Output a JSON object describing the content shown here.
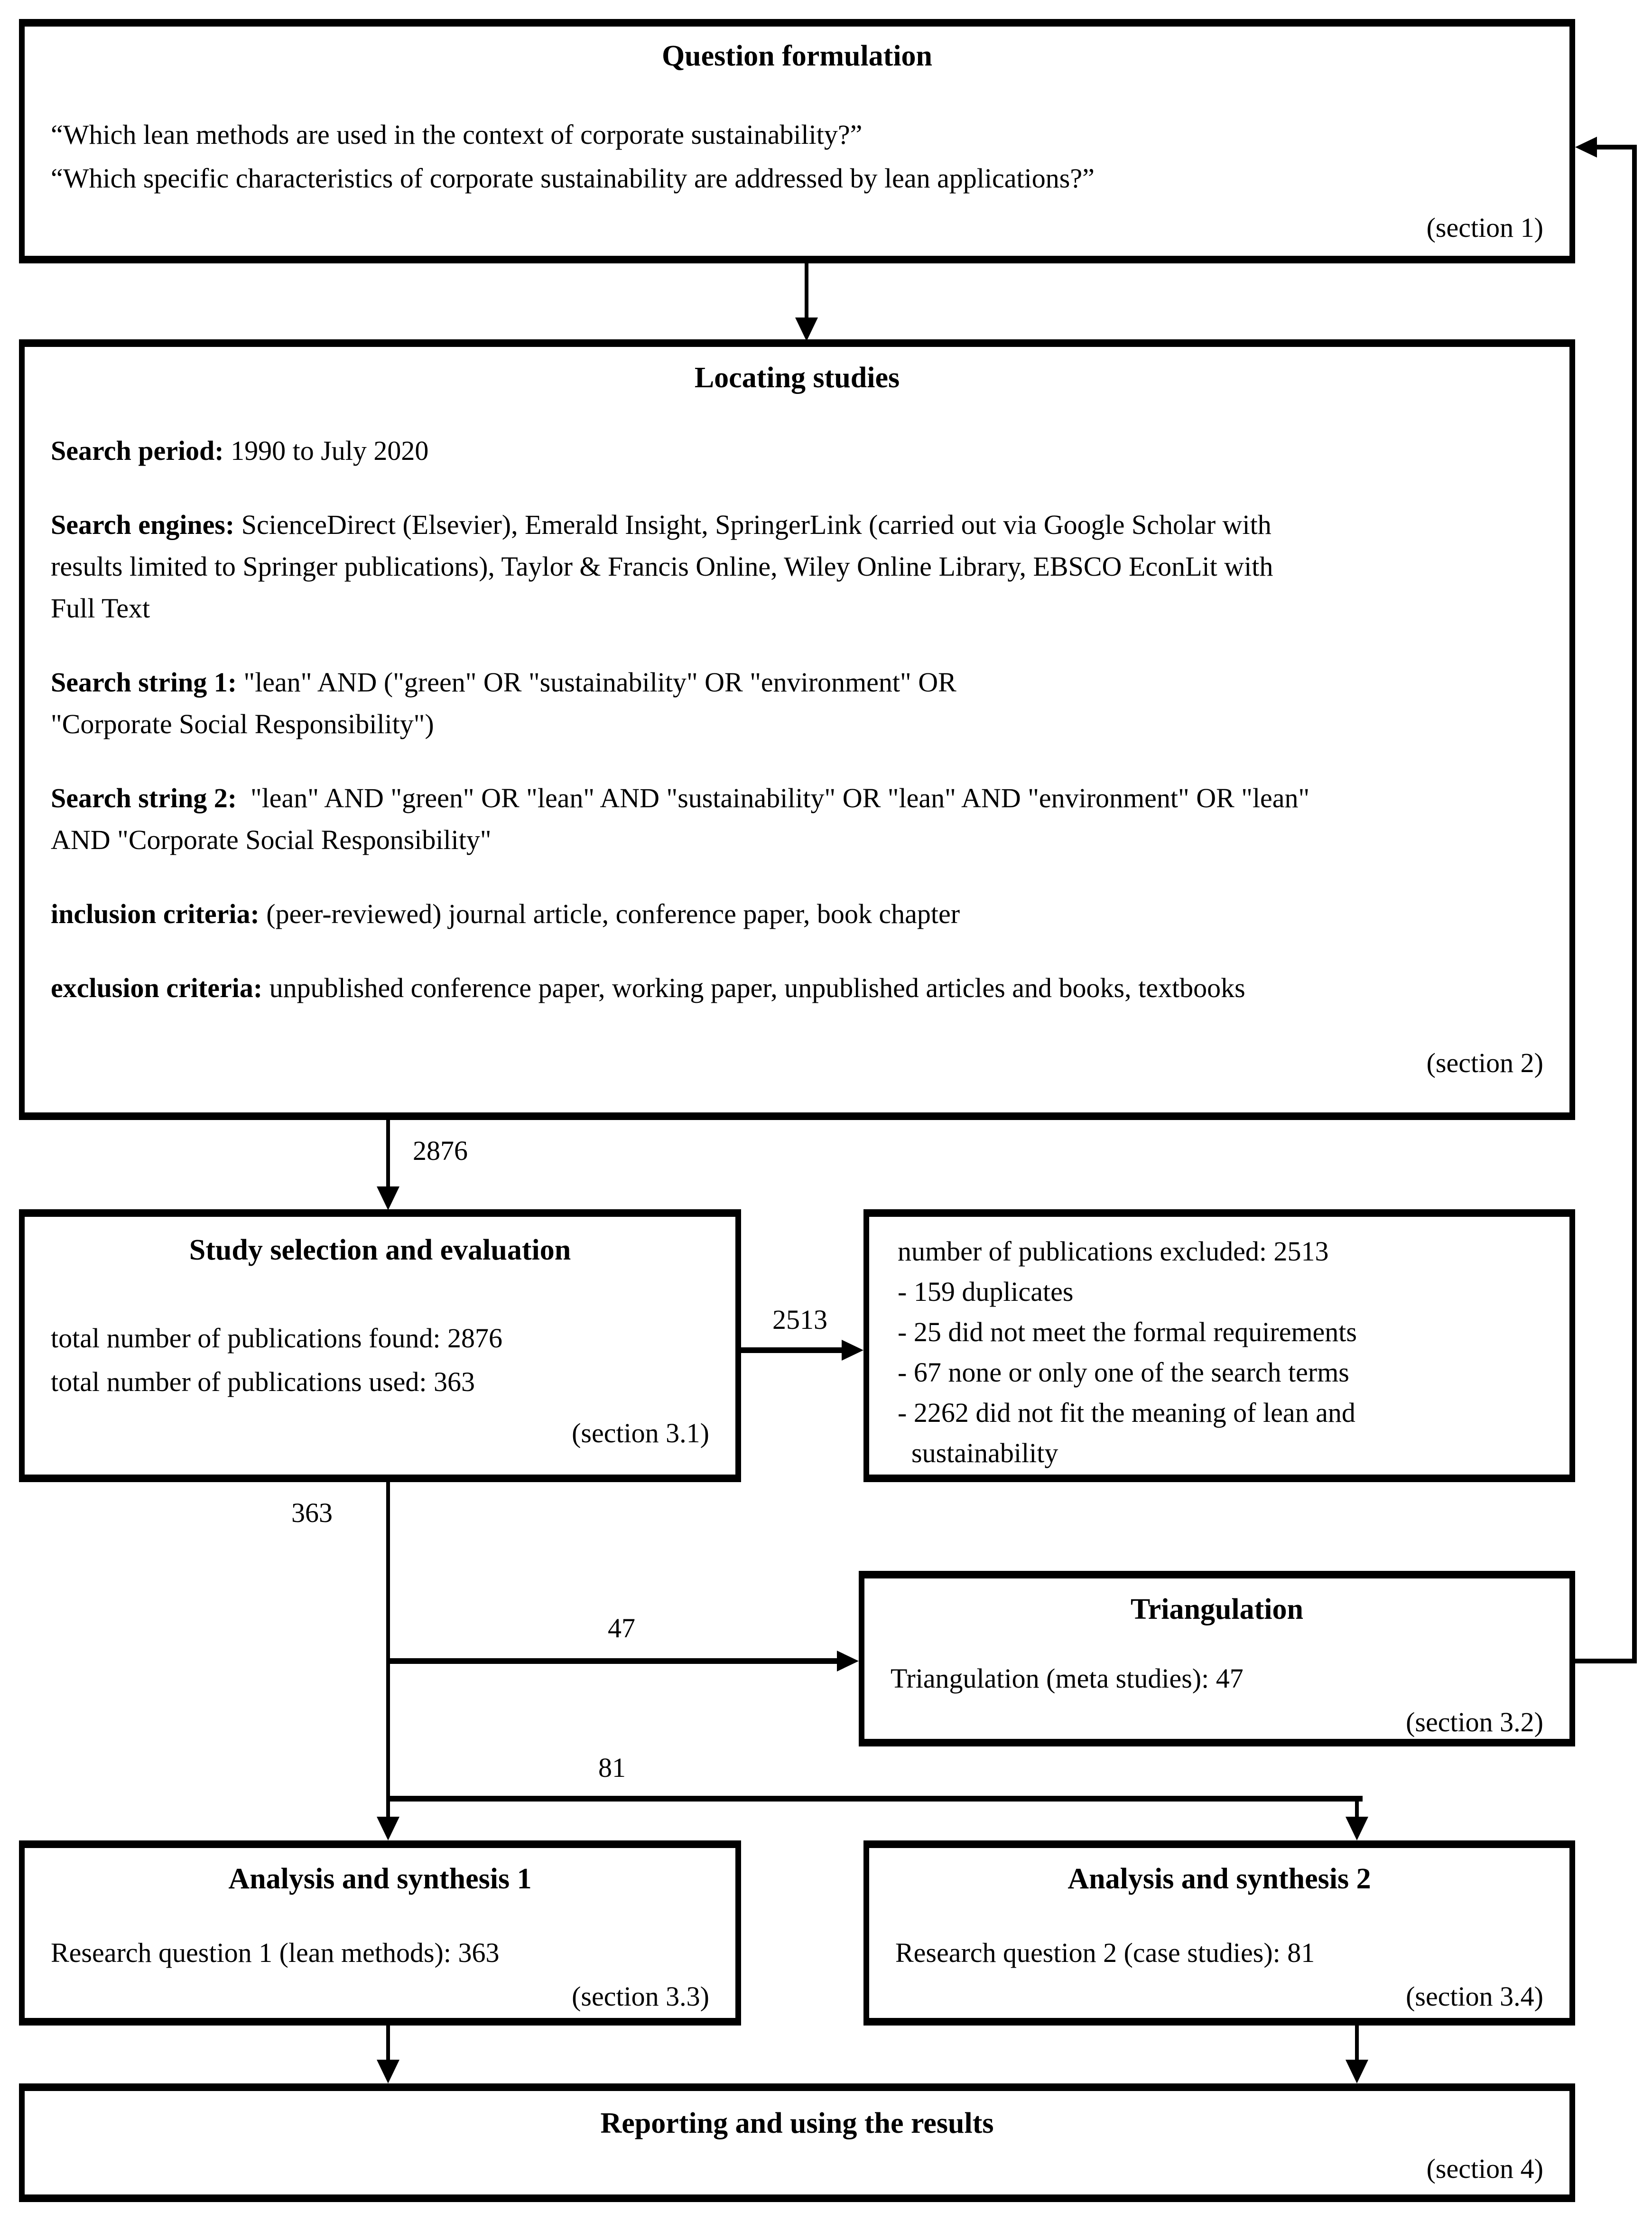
{
  "diagram": {
    "question_formulation": {
      "title": "Question formulation",
      "rq1": "“Which lean methods are used in the context of corporate sustainability?”",
      "rq2": "“Which specific characteristics of corporate sustainability are addressed by lean applications?”",
      "section": "(section 1)"
    },
    "locating_studies": {
      "title": "Locating studies",
      "paragraphs": [
        {
          "label": "Search period:",
          "text": " 1990 to July 2020"
        },
        {
          "label": "Search engines:",
          "text": " ScienceDirect (Elsevier), Emerald Insight, SpringerLink (carried out via Google Scholar with\nresults limited to Springer publications), Taylor & Francis Online, Wiley Online Library, EBSCO EconLit with\nFull Text"
        },
        {
          "label": "Search string 1:",
          "text": " \"lean\" AND (\"green\" OR \"sustainability\" OR \"environment\" OR\n\"Corporate Social Responsibility\")"
        },
        {
          "label": "Search string 2:",
          "text": "  \"lean\" AND \"green\" OR \"lean\" AND \"sustainability\" OR \"lean\" AND \"environment\" OR \"lean\"\nAND \"Corporate Social Responsibility\""
        },
        {
          "label": "inclusion criteria:",
          "text": " (peer-reviewed) journal article, conference paper, book chapter"
        },
        {
          "label": "exclusion criteria:",
          "text": " unpublished conference paper, working paper, unpublished articles and books, textbooks"
        }
      ],
      "section": "(section 2)"
    },
    "study_selection": {
      "title": "Study selection and evaluation",
      "found": "total number of publications found: 2876",
      "used": "total number of publications used: 363",
      "section": "(section 3.1)"
    },
    "excluded": {
      "heading": "number of publications excluded: 2513",
      "items": [
        "- 159 duplicates",
        "- 25 did not meet the formal requirements",
        "- 67 none or only one of the search terms",
        "- 2262 did not fit the meaning of lean and",
        "  sustainability"
      ]
    },
    "triangulation": {
      "title": "Triangulation",
      "body": "Triangulation (meta studies): 47",
      "section": "(section 3.2)"
    },
    "analysis1": {
      "title": "Analysis and synthesis 1",
      "body": "Research question 1 (lean methods): 363",
      "section": "(section 3.3)"
    },
    "analysis2": {
      "title": "Analysis and synthesis 2",
      "body": "Research question 2 (case studies): 81",
      "section": "(section 3.4)"
    },
    "reporting": {
      "title": "Reporting and using the results",
      "section": "(section 4)"
    },
    "edge_labels": {
      "found": "2876",
      "excluded": "2513",
      "used": "363",
      "triangulation": "47",
      "case_studies": "81"
    }
  }
}
